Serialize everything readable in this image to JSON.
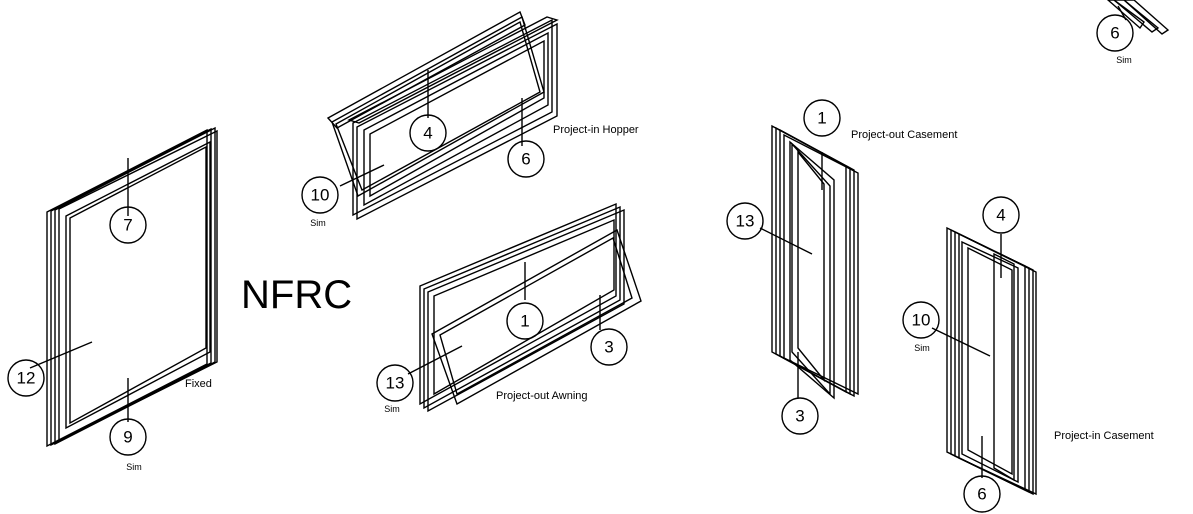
{
  "heading": "NFRC",
  "window_types": {
    "fixed": "Fixed",
    "hopper": "Project-in Hopper",
    "awning": "Project-out Awning",
    "casement_out": "Project-out Casement",
    "casement_in": "Project-in Casement"
  },
  "callouts": {
    "fixed_top": "7",
    "fixed_side": "12",
    "fixed_bottom": "9",
    "hopper_top": "4",
    "hopper_right": "6",
    "hopper_left": "10",
    "awning_top": "1",
    "awning_right": "3",
    "awning_left": "13",
    "casement_out_top": "1",
    "casement_out_left": "13",
    "casement_out_bottom": "3",
    "casement_in_top": "4",
    "casement_in_left": "10",
    "casement_in_bottom": "6",
    "corner": "6"
  },
  "sim_label": "Sim"
}
